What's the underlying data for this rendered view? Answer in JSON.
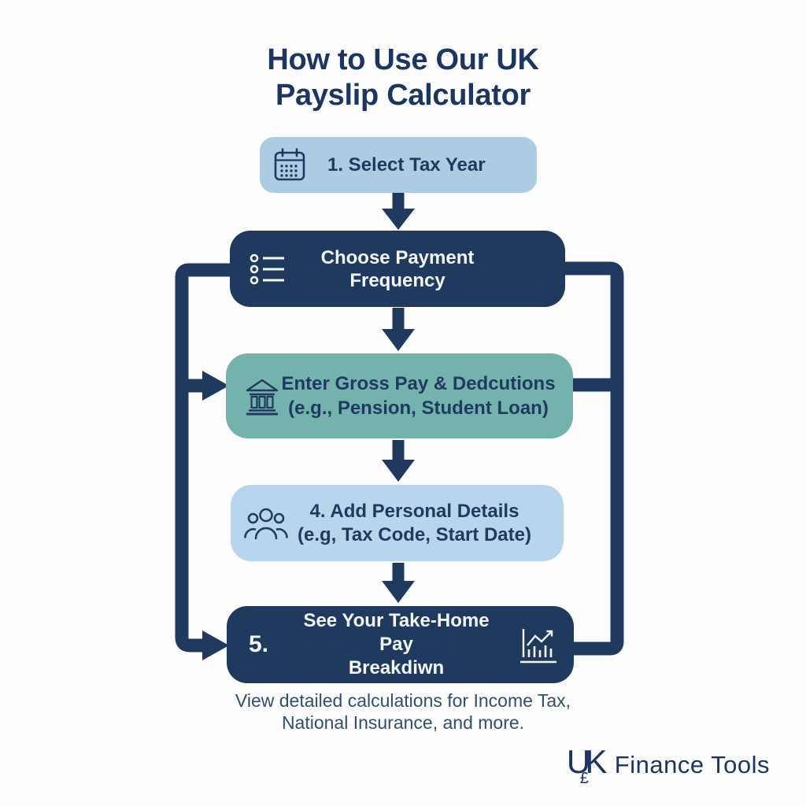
{
  "title": {
    "line1": "How to Use Our UK",
    "line2": "Payslip Calculator"
  },
  "steps": [
    {
      "id": 1,
      "lines": [
        "1. Select Tax Year"
      ],
      "icon": "calendar-icon",
      "variant": "light-blue"
    },
    {
      "id": 2,
      "lines": [
        "Choose Payment",
        "Frequency"
      ],
      "icon": "bullet-list-icon",
      "variant": "navy"
    },
    {
      "id": 3,
      "lines": [
        "Enter Gross Pay & Dedcutions",
        "(e.g., Pension, Student Loan)"
      ],
      "icon": "bank-icon",
      "variant": "teal"
    },
    {
      "id": 4,
      "lines": [
        "4. Add Personal Details",
        "(e.g, Tax Code, Start Date)"
      ],
      "icon": "people-icon",
      "variant": "light-blue"
    },
    {
      "id": 5,
      "number": "5.",
      "lines": [
        "See Your Take-Home Pay",
        "Breakdiwn"
      ],
      "icon": "bar-chart-icon",
      "variant": "navy"
    }
  ],
  "caption": {
    "line1": "View detailed calculations for Income Tax,",
    "line2": "National Insurance, and more."
  },
  "logo": {
    "monogram": "UK",
    "pound": "£",
    "name": "Finance Tools"
  },
  "colors": {
    "navy": "#1f3a5e",
    "light_blue": "#abcde4",
    "light_blue_alt": "#b7d5ec",
    "teal": "#74b2ae",
    "title_text": "#1c3561",
    "caption_text": "#2f4e70",
    "white_text": "#f4f8fb"
  }
}
